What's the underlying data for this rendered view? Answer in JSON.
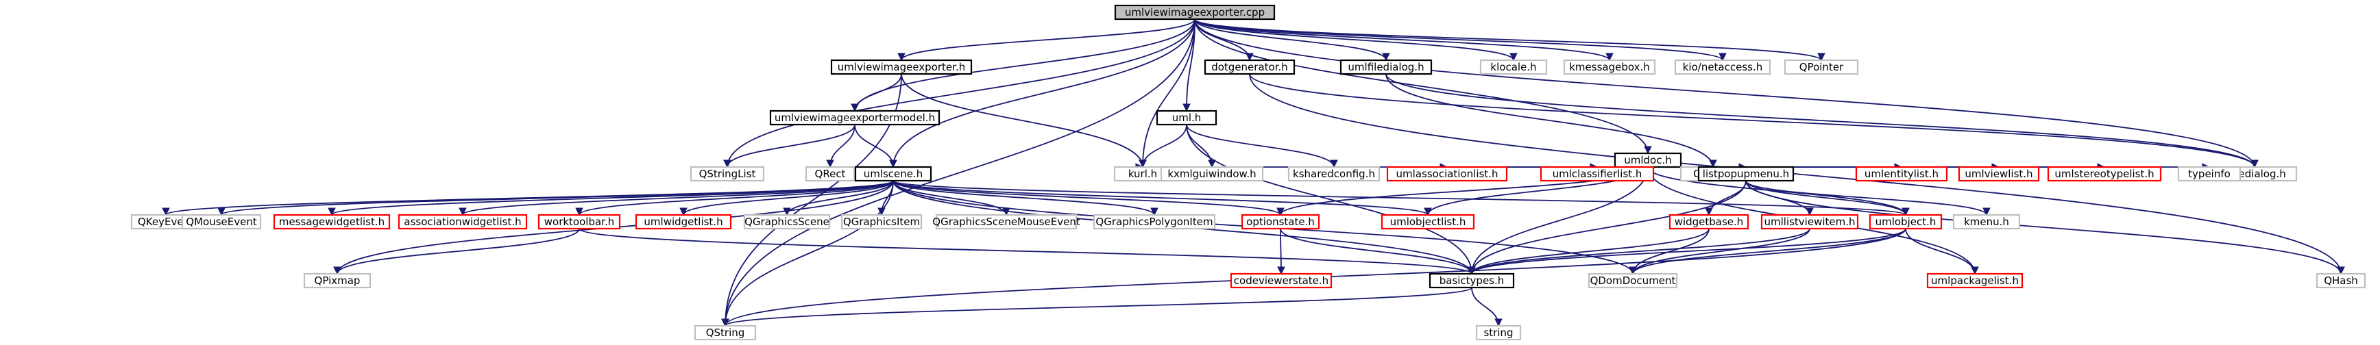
{
  "colors": {
    "edge": "#191970",
    "documented_border": "#000000",
    "external_border": "#bfbfbf",
    "undocumented_border": "#ff0000",
    "root_fill": "#bfbfbf"
  },
  "nodes": [
    {
      "id": "root",
      "label": "umlviewimageexporter.cpp",
      "kind": "root"
    },
    {
      "id": "uvie_h",
      "label": "umlviewimageexporter.h",
      "kind": "doc"
    },
    {
      "id": "uml_h",
      "label": "uml.h",
      "kind": "doc"
    },
    {
      "id": "dotgen",
      "label": "dotgenerator.h",
      "kind": "doc"
    },
    {
      "id": "umlfiledialog",
      "label": "umlfiledialog.h",
      "kind": "doc"
    },
    {
      "id": "klocale",
      "label": "klocale.h",
      "kind": "plain"
    },
    {
      "id": "kmessagebox",
      "label": "kmessagebox.h",
      "kind": "plain"
    },
    {
      "id": "kionetaccess",
      "label": "kio/netaccess.h",
      "kind": "plain"
    },
    {
      "id": "qpointer",
      "label": "QPointer",
      "kind": "plain"
    },
    {
      "id": "uviem_h",
      "label": "umlviewimageexportermodel.h",
      "kind": "doc"
    },
    {
      "id": "umldoc",
      "label": "umldoc.h",
      "kind": "doc"
    },
    {
      "id": "kfiledialog",
      "label": "kfiledialog.h",
      "kind": "plain"
    },
    {
      "id": "qpointf",
      "label": "QPointF",
      "kind": "plain"
    },
    {
      "id": "kurl",
      "label": "kurl.h",
      "kind": "plain"
    },
    {
      "id": "kxmlgui",
      "label": "kxmlguiwindow.h",
      "kind": "plain"
    },
    {
      "id": "ksharedconfig",
      "label": "ksharedconfig.h",
      "kind": "plain"
    },
    {
      "id": "qstringlist",
      "label": "QStringList",
      "kind": "plain"
    },
    {
      "id": "qrect",
      "label": "QRect",
      "kind": "plain"
    },
    {
      "id": "umlassoclist",
      "label": "umlassociationlist.h",
      "kind": "undoc"
    },
    {
      "id": "umlclassifierlist",
      "label": "umlclassifierlist.h",
      "kind": "undoc"
    },
    {
      "id": "umlentitylist",
      "label": "umlentitylist.h",
      "kind": "undoc"
    },
    {
      "id": "umlviewlist",
      "label": "umlviewlist.h",
      "kind": "undoc"
    },
    {
      "id": "umlstereotypelist",
      "label": "umlstereotypelist.h",
      "kind": "undoc"
    },
    {
      "id": "typeinfo",
      "label": "typeinfo",
      "kind": "plain"
    },
    {
      "id": "umlscene",
      "label": "umlscene.h",
      "kind": "doc"
    },
    {
      "id": "listpopupmenu",
      "label": "listpopupmenu.h",
      "kind": "doc"
    },
    {
      "id": "qkeyevent",
      "label": "QKeyEvent",
      "kind": "plain"
    },
    {
      "id": "qmouseevent",
      "label": "QMouseEvent",
      "kind": "plain"
    },
    {
      "id": "msgwidgetlist",
      "label": "messagewidgetlist.h",
      "kind": "undoc"
    },
    {
      "id": "assocwidgetlist",
      "label": "associationwidgetlist.h",
      "kind": "undoc"
    },
    {
      "id": "worktoolbar",
      "label": "worktoolbar.h",
      "kind": "undoc"
    },
    {
      "id": "umlwidgetlist",
      "label": "umlwidgetlist.h",
      "kind": "undoc"
    },
    {
      "id": "qgscene",
      "label": "QGraphicsScene",
      "kind": "plain"
    },
    {
      "id": "qgitem",
      "label": "QGraphicsItem",
      "kind": "plain"
    },
    {
      "id": "qgsme",
      "label": "QGraphicsSceneMouseEvent",
      "kind": "plain"
    },
    {
      "id": "qgpoly",
      "label": "QGraphicsPolygonItem",
      "kind": "plain"
    },
    {
      "id": "optionstate",
      "label": "optionstate.h",
      "kind": "undoc"
    },
    {
      "id": "umlobjectlist",
      "label": "umlobjectlist.h",
      "kind": "undoc"
    },
    {
      "id": "widgetbase",
      "label": "widgetbase.h",
      "kind": "undoc"
    },
    {
      "id": "umllistviewitem",
      "label": "umllistviewitem.h",
      "kind": "undoc"
    },
    {
      "id": "umlobject",
      "label": "umlobject.h",
      "kind": "undoc"
    },
    {
      "id": "kmenu",
      "label": "kmenu.h",
      "kind": "plain"
    },
    {
      "id": "qhash",
      "label": "QHash",
      "kind": "plain"
    },
    {
      "id": "qpixmap",
      "label": "QPixmap",
      "kind": "plain"
    },
    {
      "id": "codeviewerstate",
      "label": "codeviewerstate.h",
      "kind": "undoc"
    },
    {
      "id": "basictypes",
      "label": "basictypes.h",
      "kind": "doc"
    },
    {
      "id": "qdomdocument",
      "label": "QDomDocument",
      "kind": "plain"
    },
    {
      "id": "umlpackagelist",
      "label": "umlpackagelist.h",
      "kind": "undoc"
    },
    {
      "id": "qstring",
      "label": "QString",
      "kind": "plain"
    },
    {
      "id": "string",
      "label": "string",
      "kind": "plain"
    }
  ],
  "edges": [
    [
      "root",
      "uvie_h"
    ],
    [
      "root",
      "uml_h"
    ],
    [
      "root",
      "dotgen"
    ],
    [
      "root",
      "umlfiledialog"
    ],
    [
      "root",
      "klocale"
    ],
    [
      "root",
      "kmessagebox"
    ],
    [
      "root",
      "kionetaccess"
    ],
    [
      "root",
      "qpointer"
    ],
    [
      "root",
      "uviem_h"
    ],
    [
      "root",
      "umldoc"
    ],
    [
      "root",
      "umlscene"
    ],
    [
      "root",
      "kurl"
    ],
    [
      "root",
      "qstringlist"
    ],
    [
      "root",
      "kfiledialog"
    ],
    [
      "root",
      "qstring"
    ],
    [
      "uvie_h",
      "uviem_h"
    ],
    [
      "uvie_h",
      "kurl"
    ],
    [
      "uvie_h",
      "qstring"
    ],
    [
      "uviem_h",
      "qstringlist"
    ],
    [
      "uviem_h",
      "qrect"
    ],
    [
      "uviem_h",
      "umlscene"
    ],
    [
      "uml_h",
      "kurl"
    ],
    [
      "uml_h",
      "kxmlgui"
    ],
    [
      "uml_h",
      "ksharedconfig"
    ],
    [
      "uml_h",
      "basictypes"
    ],
    [
      "dotgen",
      "qhash"
    ],
    [
      "dotgen",
      "kfiledialog"
    ],
    [
      "umlfiledialog",
      "kfiledialog"
    ],
    [
      "umlfiledialog",
      "qpointf"
    ],
    [
      "umldoc",
      "kurl"
    ],
    [
      "umldoc",
      "umlassoclist"
    ],
    [
      "umldoc",
      "umlclassifierlist"
    ],
    [
      "umldoc",
      "umlentitylist"
    ],
    [
      "umldoc",
      "umlviewlist"
    ],
    [
      "umldoc",
      "umlstereotypelist"
    ],
    [
      "umldoc",
      "typeinfo"
    ],
    [
      "umldoc",
      "listpopupmenu"
    ],
    [
      "umldoc",
      "umlobjectlist"
    ],
    [
      "umldoc",
      "optionstate"
    ],
    [
      "umldoc",
      "umlobject"
    ],
    [
      "umldoc",
      "umlpackagelist"
    ],
    [
      "umldoc",
      "basictypes"
    ],
    [
      "umlscene",
      "qkeyevent"
    ],
    [
      "umlscene",
      "qmouseevent"
    ],
    [
      "umlscene",
      "msgwidgetlist"
    ],
    [
      "umlscene",
      "assocwidgetlist"
    ],
    [
      "umlscene",
      "worktoolbar"
    ],
    [
      "umlscene",
      "umlwidgetlist"
    ],
    [
      "umlscene",
      "qgscene"
    ],
    [
      "umlscene",
      "qgitem"
    ],
    [
      "umlscene",
      "qgsme"
    ],
    [
      "umlscene",
      "qgpoly"
    ],
    [
      "umlscene",
      "optionstate"
    ],
    [
      "umlscene",
      "umlobjectlist"
    ],
    [
      "umlscene",
      "umlobject"
    ],
    [
      "umlscene",
      "basictypes"
    ],
    [
      "umlscene",
      "qdomdocument"
    ],
    [
      "umlscene",
      "qpixmap"
    ],
    [
      "umlscene",
      "qstring"
    ],
    [
      "worktoolbar",
      "qpixmap"
    ],
    [
      "worktoolbar",
      "basictypes"
    ],
    [
      "optionstate",
      "codeviewerstate"
    ],
    [
      "optionstate",
      "basictypes"
    ],
    [
      "listpopupmenu",
      "widgetbase"
    ],
    [
      "listpopupmenu",
      "umllistviewitem"
    ],
    [
      "listpopupmenu",
      "umlobject"
    ],
    [
      "listpopupmenu",
      "kmenu"
    ],
    [
      "listpopupmenu",
      "basictypes"
    ],
    [
      "listpopupmenu",
      "qhash"
    ],
    [
      "widgetbase",
      "basictypes"
    ],
    [
      "widgetbase",
      "qdomdocument"
    ],
    [
      "umllistviewitem",
      "basictypes"
    ],
    [
      "umllistviewitem",
      "qdomdocument"
    ],
    [
      "umlobject",
      "basictypes"
    ],
    [
      "umlobject",
      "qdomdocument"
    ],
    [
      "umlobject",
      "umlpackagelist"
    ],
    [
      "umlobject",
      "qstring"
    ],
    [
      "basictypes",
      "qstring"
    ],
    [
      "basictypes",
      "string"
    ]
  ]
}
